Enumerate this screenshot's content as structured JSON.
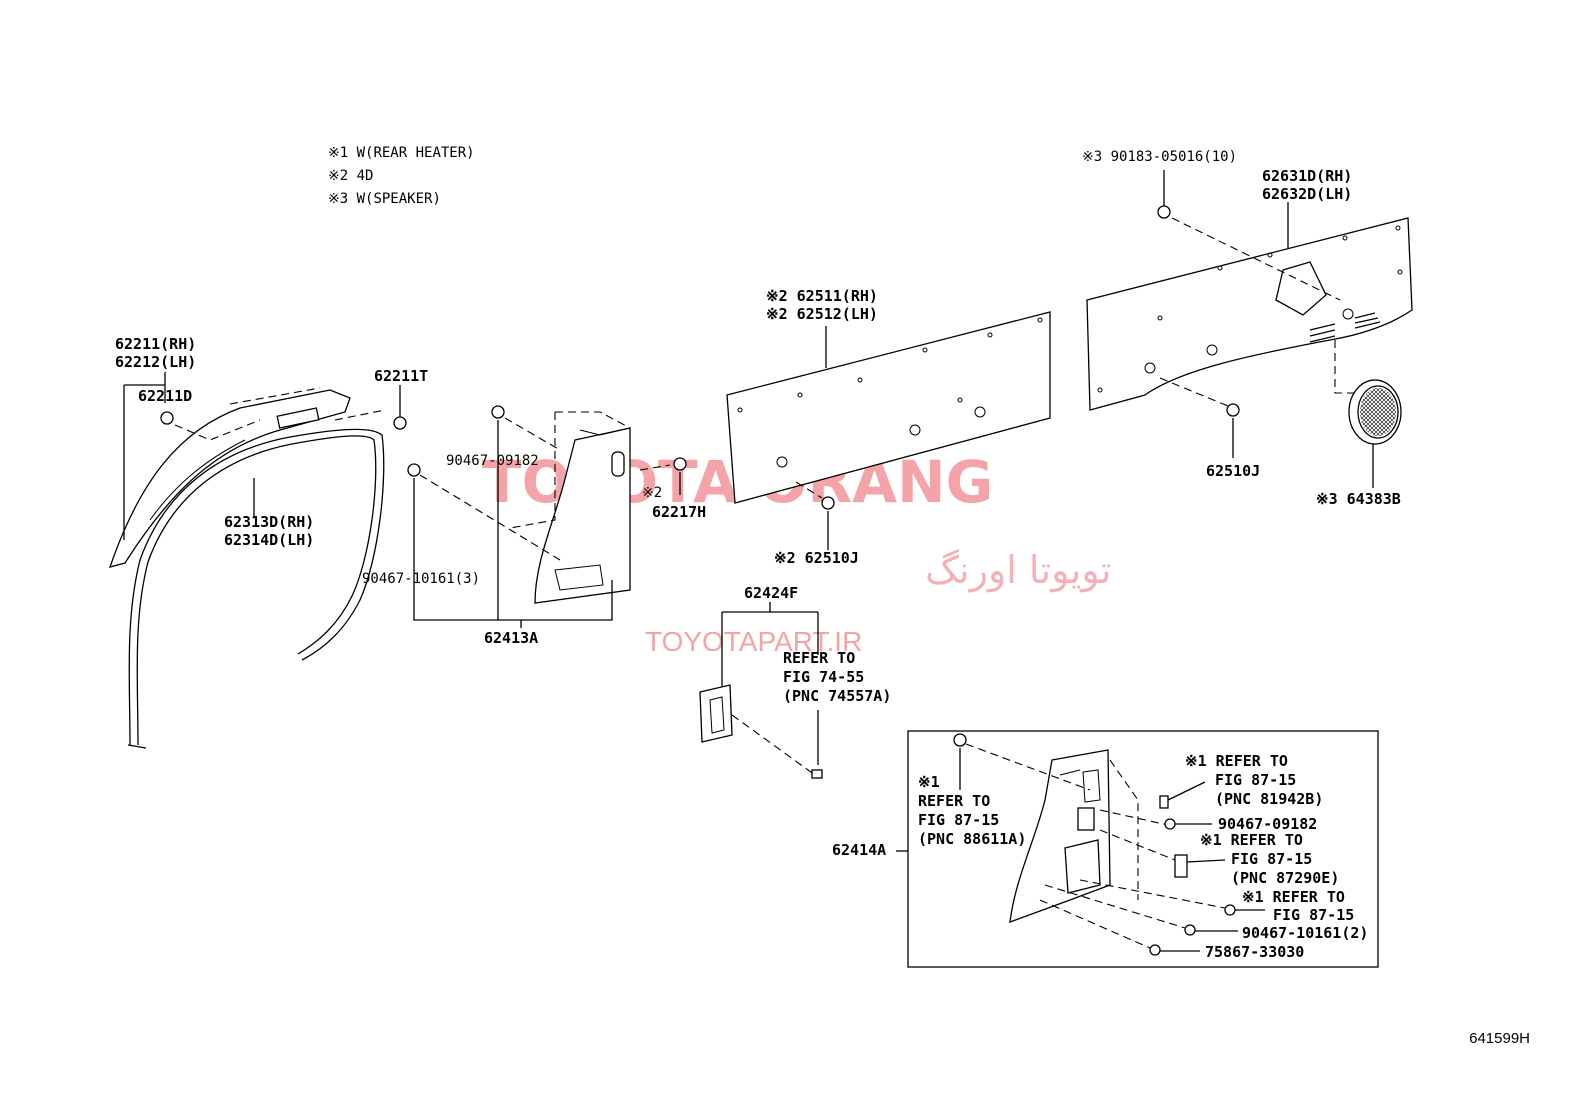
{
  "notes": [
    "※1 W(REAR HEATER)",
    "※2 4D",
    "※3 W(SPEAKER)"
  ],
  "watermark": {
    "title": "TOYOTA ORANG",
    "persian": "تویوتا اورنگ",
    "url": "TOYOTAPART.IR",
    "color": "#f4a3a8"
  },
  "figure_code": "641599H",
  "labels": {
    "l_62211_rh": "62211(RH)",
    "l_62212_lh": "62212(LH)",
    "l_62211d": "62211D",
    "l_62211t": "62211T",
    "l_62313d": "62313D(RH)",
    "l_62314d": "62314D(LH)",
    "l_90467_09182_a": "90467-09182",
    "l_90467_10161_3": "90467-10161(3)",
    "l_62413a": "62413A",
    "l_x2_62217h": "※2",
    "l_62217h": "62217H",
    "l_x2_62511": "※2 62511(RH)",
    "l_x2_62512": "※2 62512(LH)",
    "l_x2_62510j": "※2 62510J",
    "l_62424f": "62424F",
    "l_refer_74_1": "REFER TO",
    "l_refer_74_2": "FIG 74-55",
    "l_refer_74_3": "(PNC 74557A)",
    "l_x3_90183": "※3 90183-05016(10)",
    "l_62631d": "62631D(RH)",
    "l_62632d": "62632D(LH)",
    "l_62510j": "62510J",
    "l_x3_64383b": "※3 64383B",
    "l_x1_a": "※1",
    "l_refer_88_1": "REFER TO",
    "l_refer_88_2": "FIG 87-15",
    "l_refer_88_3": "(PNC 88611A)",
    "l_62414a": "62414A",
    "l_x1_81942_1": "※1 REFER TO",
    "l_x1_81942_2": "FIG 87-15",
    "l_x1_81942_3": "(PNC 81942B)",
    "l_90467_09182_b": "90467-09182",
    "l_x1_87290_1": "※1 REFER TO",
    "l_x1_87290_2": "FIG 87-15",
    "l_x1_87290_3": "(PNC 87290E)",
    "l_x1_c_1": "※1 REFER TO",
    "l_x1_c_2": "FIG 87-15",
    "l_90467_10161_2": "90467-10161(2)",
    "l_75867": "75867-33030"
  }
}
